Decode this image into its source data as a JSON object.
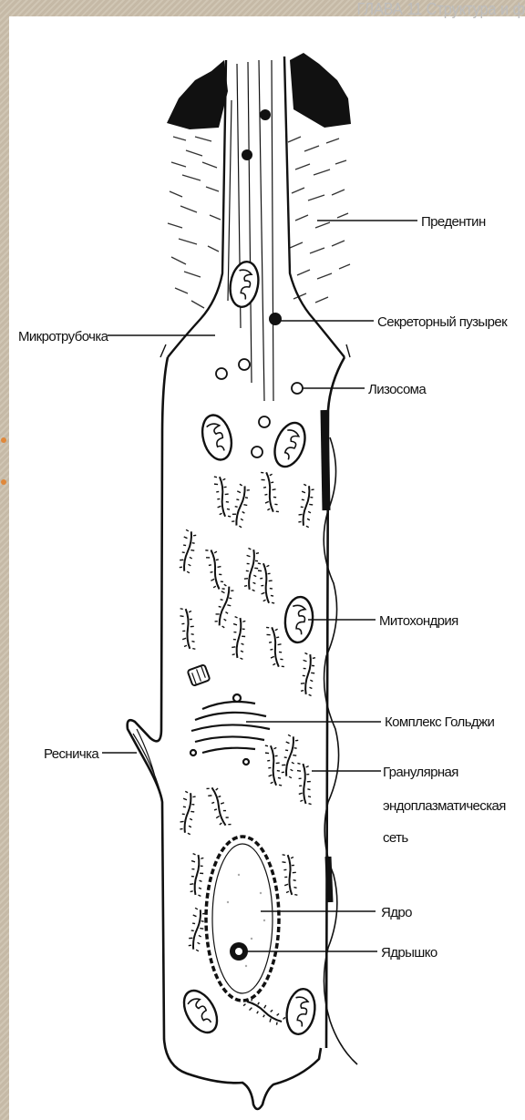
{
  "header": {
    "text": "ГЛАВА 11 Структура и ф"
  },
  "labels": {
    "predentin": "Предентин",
    "secretory_vesicle": "Секреторный пузырек",
    "microtubule": "Микротрубочка",
    "lysosome": "Лизосома",
    "mitochondrion": "Митохондрия",
    "golgi": "Комплекс Гольджи",
    "cilium": "Ресничка",
    "rer_line1": "Гранулярная",
    "rer_line2": "эндоплазматическая",
    "rer_line3": "сеть",
    "nucleus": "Ядро",
    "nucleolus": "Ядрышко"
  },
  "colors": {
    "background_frame": "#cbbfab",
    "panel": "#ffffff",
    "ink": "#111111",
    "accent_dots": "#e0883a"
  }
}
